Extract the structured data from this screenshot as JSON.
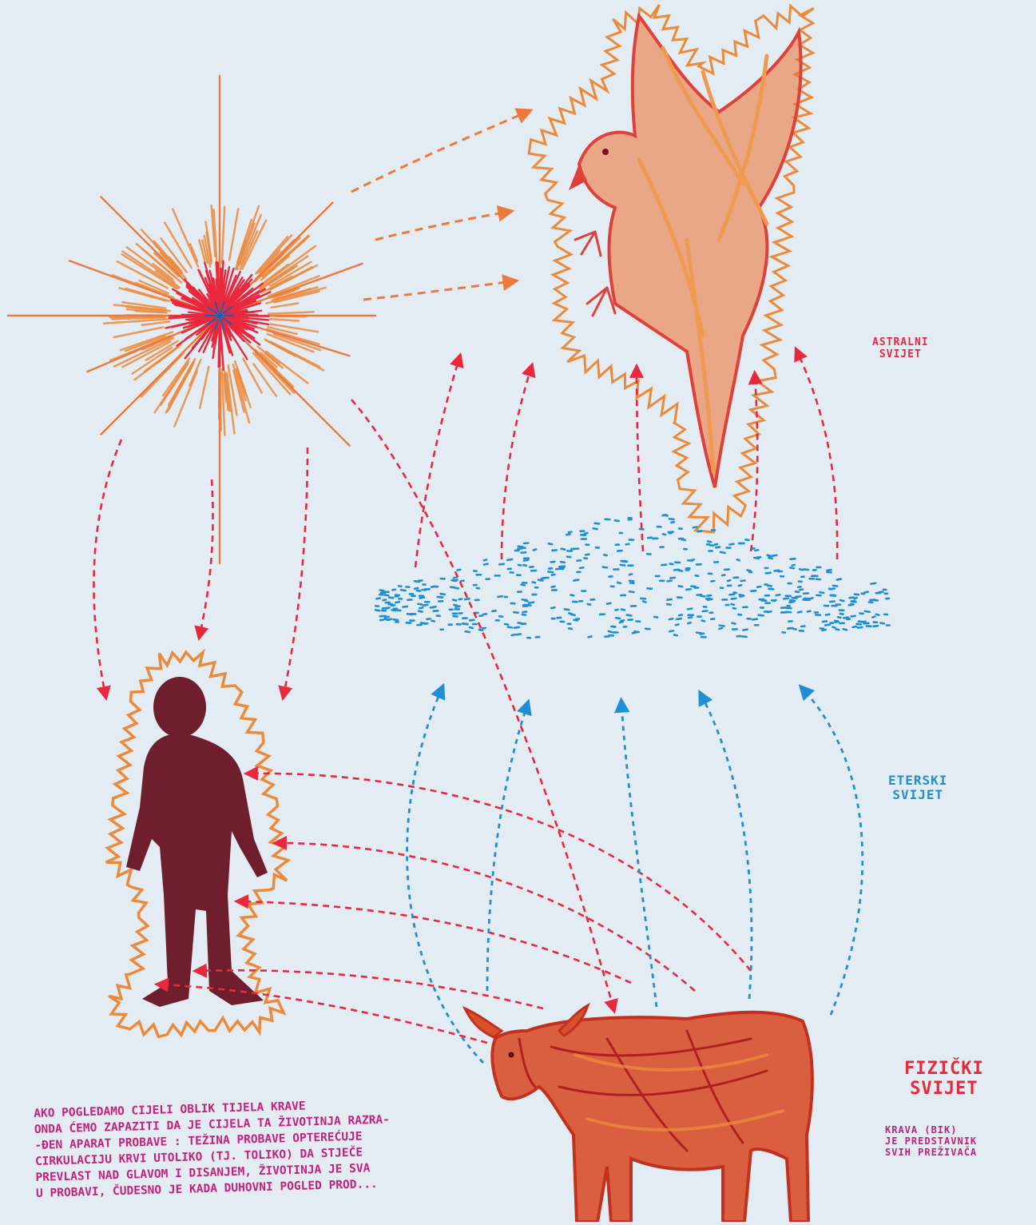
{
  "labels": {
    "astral": [
      "ASTRALNI",
      "SVIJET"
    ],
    "etheric": [
      "ETERSKI",
      "SVIJET"
    ],
    "physical": [
      "FIZIČKI",
      "SVIJET"
    ],
    "cow_note": [
      "KRAVA (BIK)",
      "JE PREDSTAVNIK",
      "SVIH PREŽIVAČA"
    ]
  },
  "body_text": [
    "AKO POGLEDAMO CIJELI OBLIK TIJELA KRAVE",
    "ONDA ĆEMO ZAPAZITI DA JE CIJELA TA ŽIVOTINJA RAZRA-",
    "-ĐEN APARAT PROBAVE : TEŽINA PROBAVE OPTEREĆUJE",
    "CIRKULACIJU KRVI UTOLIKO (TJ. TOLIKO) DA STJEČE",
    "PREVLAST NAD GLAVOM I DISANJEM, ŽIVOTINJA JE SVA",
    "U PROBAVI, ČUDESNO JE KADA DUHOVNI POGLED PROD..."
  ],
  "colors": {
    "paper": "#e4ecf3",
    "red": "#e8283c",
    "orange": "#ec8a3c",
    "blue": "#1e8fd6",
    "magenta": "#c4227a",
    "human": "#6e1e2c"
  },
  "icons": [
    "sun-star-icon",
    "bird-icon",
    "human-figure-icon",
    "cow-icon",
    "etheric-cloud-icon"
  ]
}
